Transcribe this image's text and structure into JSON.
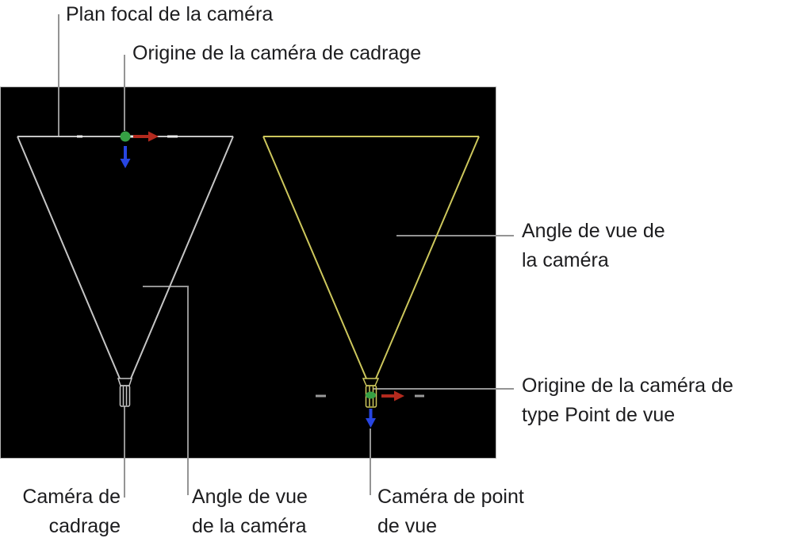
{
  "figure": {
    "description_labels": {
      "focal_plane": "Plan focal de la caméra",
      "framing_origin": "Origine de la caméra de cadrage",
      "view_angle_right": "Angle de vue de\nla caméra",
      "pov_origin": "Origine de la caméra de\ntype Point de vue",
      "framing_camera": "Caméra de\ncadrage",
      "view_angle_bottom": "Angle de vue\nde la caméra",
      "pov_camera": "Caméra de point\nde vue"
    },
    "icons": {
      "framing_camera_icon": "wireframe-camera-icon",
      "pov_camera_icon": "wireframe-camera-icon",
      "origin_dot_icon": "green-origin-dot",
      "x_axis_icon": "red-right-arrow",
      "z_axis_icon": "blue-down-arrow"
    },
    "colors": {
      "page_bg": "#ffffff",
      "canvas_bg": "#000000",
      "canvas_border": "#b5b5b5",
      "frustum_framing": "#c6c6c6",
      "frustum_tick": "#ebebeb",
      "frustum_pov": "#cdc75c",
      "origin_green": "#36a044",
      "axis_red": "#b32a1e",
      "axis_blue": "#2745e2",
      "callout": "#949494",
      "dash": "#9a9a9a",
      "text": "#1d1d1f"
    }
  }
}
